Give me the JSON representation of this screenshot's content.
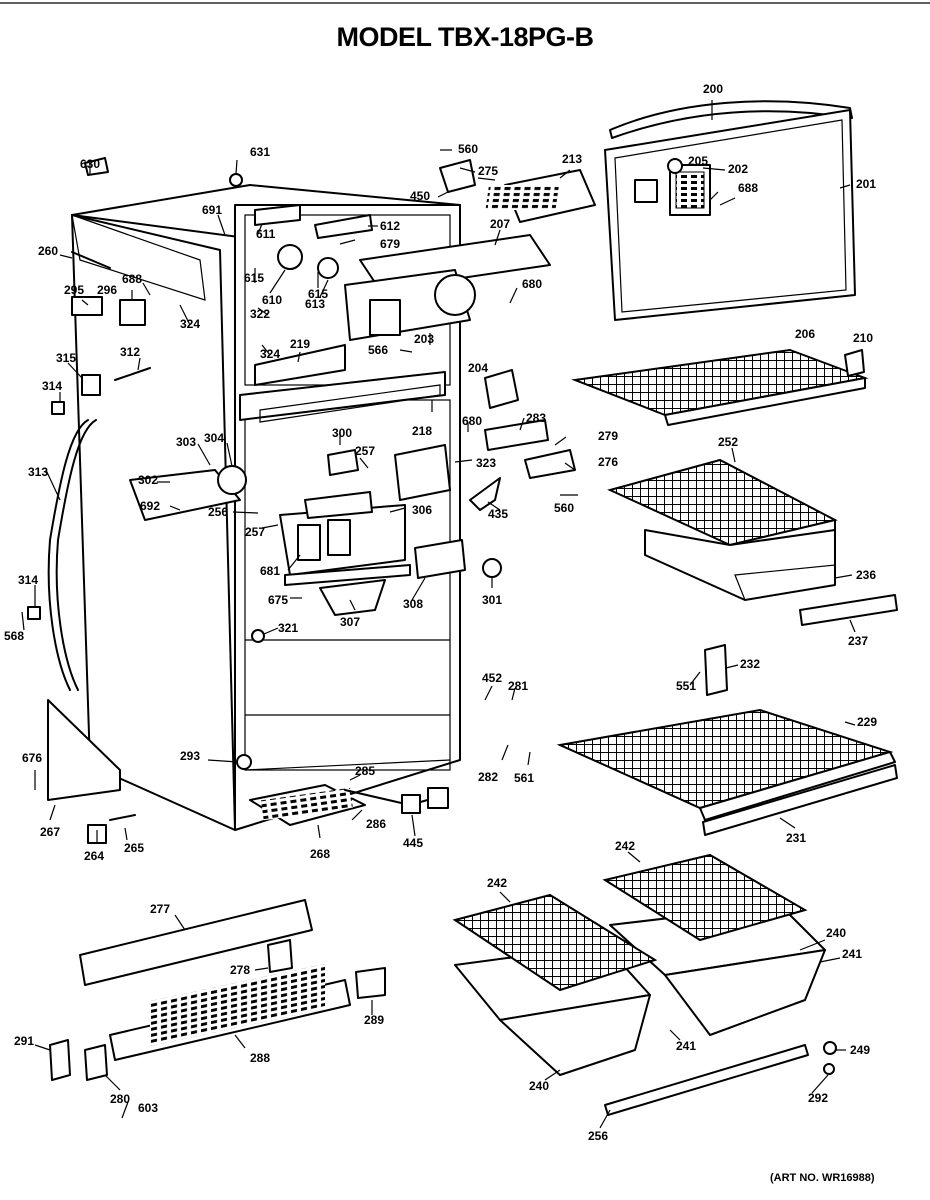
{
  "header": {
    "title": "MODEL TBX-18PG-B"
  },
  "footer": {
    "art_number": "(ART NO. WR16988)"
  },
  "callouts": {
    "c200": "200",
    "c201": "201",
    "c202": "202",
    "c203": "203",
    "c204": "204",
    "c205": "205",
    "c206": "206",
    "c207": "207",
    "c210": "210",
    "c213": "213",
    "c218": "218",
    "c219": "219",
    "c229": "229",
    "c231": "231",
    "c232": "232",
    "c236": "236",
    "c237": "237",
    "c240a": "240",
    "c240b": "240",
    "c241a": "241",
    "c241b": "241",
    "c242a": "242",
    "c242b": "242",
    "c249": "249",
    "c252": "252",
    "c256a": "256",
    "c256b": "256",
    "c257a": "257",
    "c257b": "257",
    "c260": "260",
    "c264": "264",
    "c265": "265",
    "c267": "267",
    "c268": "268",
    "c275": "275",
    "c276": "276",
    "c277": "277",
    "c278": "278",
    "c279": "279",
    "c280": "280",
    "c281": "281",
    "c282": "282",
    "c283": "283",
    "c285": "285",
    "c286": "286",
    "c288": "288",
    "c289": "289",
    "c291": "291",
    "c292": "292",
    "c293": "293",
    "c295": "295",
    "c296": "296",
    "c300": "300",
    "c301": "301",
    "c302": "302",
    "c303": "303",
    "c304": "304",
    "c306": "306",
    "c307": "307",
    "c308": "308",
    "c312": "312",
    "c313": "313",
    "c314a": "314",
    "c314b": "314",
    "c315": "315",
    "c321": "321",
    "c322": "322",
    "c323": "323",
    "c324a": "324",
    "c324b": "324",
    "c435": "435",
    "c445": "445",
    "c450": "450",
    "c452": "452",
    "c551": "551",
    "c560a": "560",
    "c560b": "560",
    "c561": "561",
    "c566": "566",
    "c568": "568",
    "c603": "603",
    "c610": "610",
    "c611": "611",
    "c612": "612",
    "c613": "613",
    "c615a": "615",
    "c615b": "615",
    "c630": "630",
    "c631": "631",
    "c675": "675",
    "c676": "676",
    "c679": "679",
    "c680a": "680",
    "c680b": "680",
    "c681": "681",
    "c688a": "688",
    "c688b": "688",
    "c691": "691",
    "c692": "692"
  }
}
